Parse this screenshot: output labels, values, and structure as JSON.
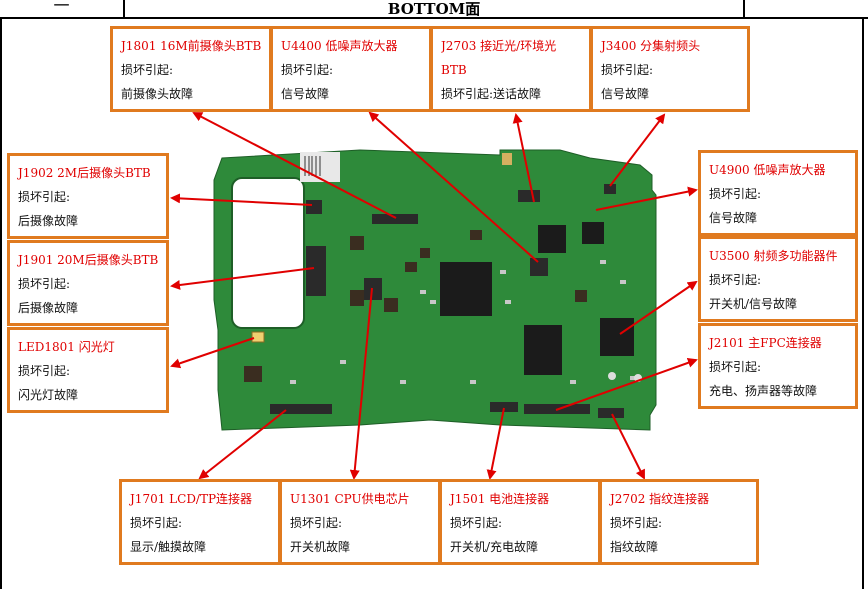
{
  "header": {
    "left": "一",
    "title": "BOTTOM面"
  },
  "cause_label": "损坏引起:",
  "components": [
    {
      "id": "j1801",
      "title": "J1801 16M前摄像头BTB",
      "desc": "前摄像头故障"
    },
    {
      "id": "u4400",
      "title": "U4400  低噪声放大器",
      "desc": "信号故障"
    },
    {
      "id": "j2703",
      "title": "J2703  接近光/环境光BTB",
      "desc": "送话故障"
    },
    {
      "id": "j3400",
      "title": "J3400 分集射频头",
      "desc": "信号故障"
    },
    {
      "id": "j1902",
      "title": "J1902  2M后摄像头BTB",
      "desc": "后摄像故障"
    },
    {
      "id": "j1901",
      "title": "J1901  20M后摄像头BTB",
      "desc": "后摄像故障"
    },
    {
      "id": "led1801",
      "title": "LED1801  闪光灯",
      "desc": "闪光灯故障"
    },
    {
      "id": "u4900",
      "title": "U4900  低噪声放大器",
      "desc": "信号故障"
    },
    {
      "id": "u3500",
      "title": "U3500 射频多功能器件",
      "desc": "开关机/信号故障"
    },
    {
      "id": "j2101",
      "title": "J2101 主FPC连接器",
      "desc": "充电、扬声器等故障"
    },
    {
      "id": "j1701",
      "title": "J1701 LCD/TP连接器",
      "desc": "显示/触摸故障"
    },
    {
      "id": "u1301",
      "title": "U1301 CPU供电芯片",
      "desc": "开关机故障"
    },
    {
      "id": "j1501",
      "title": "J1501 电池连接器",
      "desc": "开关机/充电故障"
    },
    {
      "id": "j2702",
      "title": "J2702 指纹连接器",
      "desc": "指纹故障"
    }
  ],
  "colors": {
    "box_border": "#e07a1f",
    "title_text": "#e00000",
    "arrow": "#e00000",
    "pcb": "#2e8a3a"
  }
}
